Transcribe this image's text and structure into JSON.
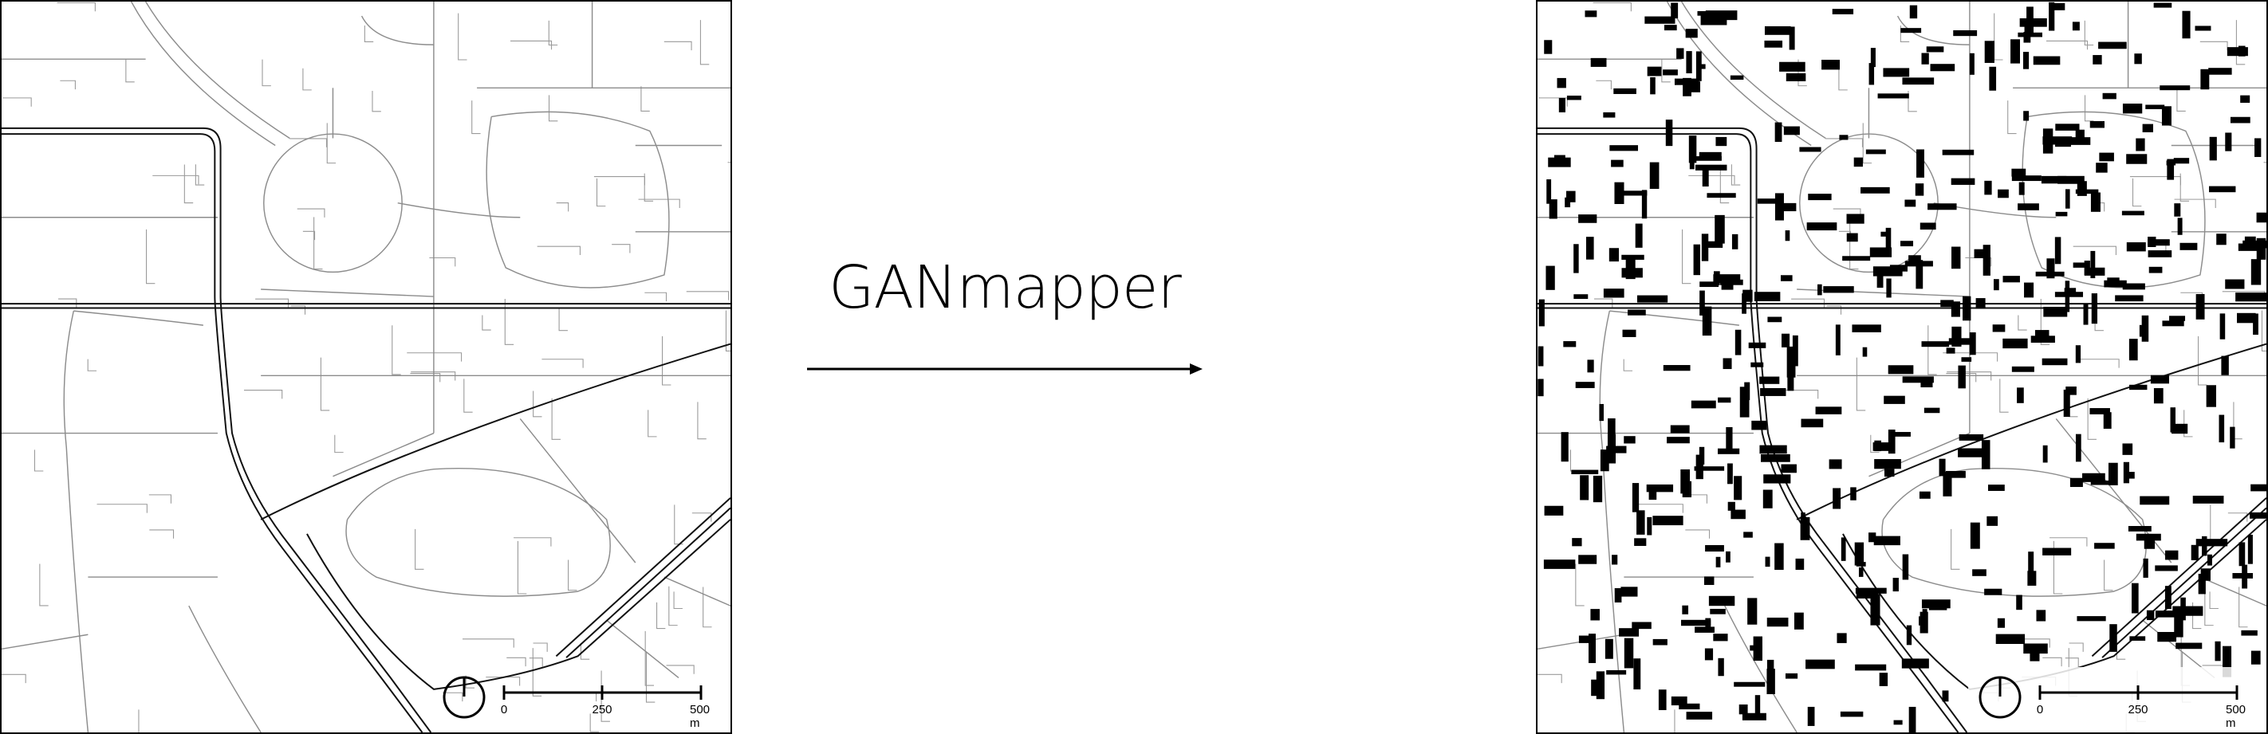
{
  "title": "GANmapper",
  "input_map": {
    "scale_bar": {
      "labels": [
        "0",
        "250",
        "500 m"
      ]
    },
    "north_icon": "north-arrow-circle-icon"
  },
  "output_map": {
    "scale_bar": {
      "labels": [
        "0",
        "250",
        "500 m"
      ]
    },
    "north_icon": "north-arrow-circle-icon"
  },
  "colors": {
    "roads": "#8c8c8c",
    "major_roads": "#000000",
    "buildings": "#000000",
    "background": "#ffffff"
  }
}
